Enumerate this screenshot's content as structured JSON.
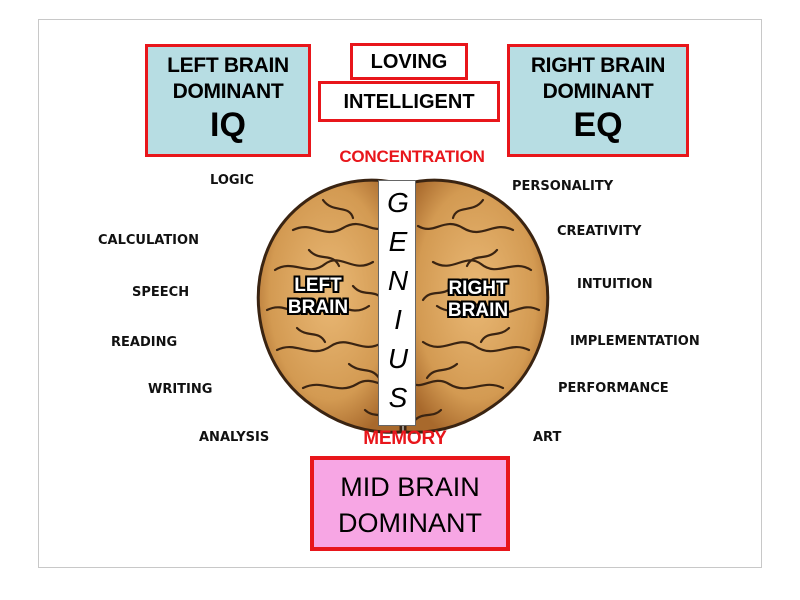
{
  "top_boxes": {
    "left": {
      "line1": "LEFT BRAIN",
      "line2": "DOMINANT",
      "big": "IQ"
    },
    "right": {
      "line1": "RIGHT BRAIN",
      "line2": "DOMINANT",
      "big": "EQ"
    },
    "loving": "LOVING",
    "intelligent": "INTELLIGENT"
  },
  "concentration": "CONCENTRATION",
  "memory": "MEMORY",
  "left_traits": [
    "LOGIC",
    "CALCULATION",
    "SPEECH",
    "READING",
    "WRITING",
    "ANALYSIS"
  ],
  "right_traits": [
    "PERSONALITY",
    "CREATIVITY",
    "INTUITION",
    "IMPLEMENTATION",
    "PERFORMANCE",
    "ART"
  ],
  "genius_letters": [
    "G",
    "E",
    "N",
    "I",
    "U",
    "S"
  ],
  "brain_labels": {
    "left": {
      "line1": "LEFT",
      "line2": "BRAIN"
    },
    "right": {
      "line1": "RIGHT",
      "line2": "BRAIN"
    }
  },
  "bottom_box": {
    "line1": "MID BRAIN",
    "line2": "DOMINANT"
  },
  "colors": {
    "accent_red": "#e8161b",
    "iq_eq_fill": "#b7dde3",
    "mid_fill": "#f7a6e4",
    "brain_fill": "#d9a15a",
    "brain_outline": "#3a2412"
  }
}
